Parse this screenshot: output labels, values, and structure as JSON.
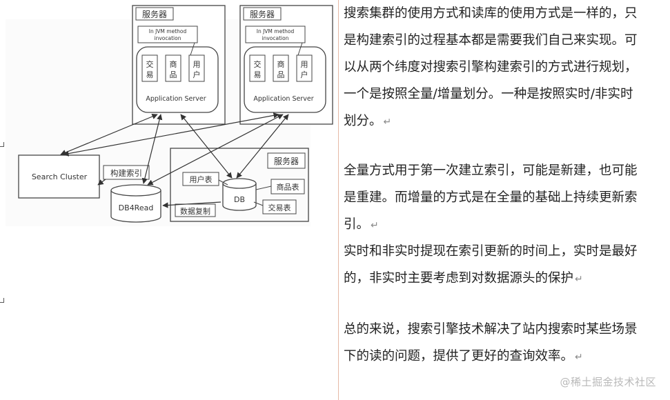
{
  "diagram": {
    "server_label": "服务器",
    "jvm_label_line1": "In JVM method",
    "jvm_label_line2": "invocation",
    "module_trade": "交易",
    "module_goods": "商品",
    "module_user": "用户",
    "app_server_label": "Application Server",
    "search_cluster_label": "Search Cluster",
    "build_index_label": "构建索引",
    "db4read_label": "DB4Read",
    "db_label": "DB",
    "user_table_label": "用户表",
    "goods_table_label": "商品表",
    "trade_table_label": "交易表",
    "data_replication_label": "数据复制"
  },
  "text": {
    "paragraphs": [
      {
        "lines": [
          "搜索集群的使用方式和读库的使用方式是一样的，只",
          "是构建索引的过程基本都是需要我们自己来实现。可",
          "以从两个纬度对搜索引擎构建索引的方式进行规划，",
          "一个是按照全量/增量划分。一种是按照实时/非实时",
          "划分。"
        ]
      },
      {
        "lines": [
          "全量方式用于第一次建立索引，可能是新建，也可能",
          "是重建。而增量的方式是在全量的基础上持续更新索",
          "引。"
        ]
      },
      {
        "lines": [
          "实时和非实时提现在索引更新的时间上，实时是最好",
          "的，非实时主要考虑到对数据源头的保护"
        ]
      },
      {
        "lines": [
          "总的来说，搜索引擎技术解决了站内搜索时某些场景",
          "下的读的问题，提供了更好的查询效率。"
        ]
      }
    ],
    "return_mark": "↵"
  },
  "watermark": "@稀土掘金技术社区"
}
